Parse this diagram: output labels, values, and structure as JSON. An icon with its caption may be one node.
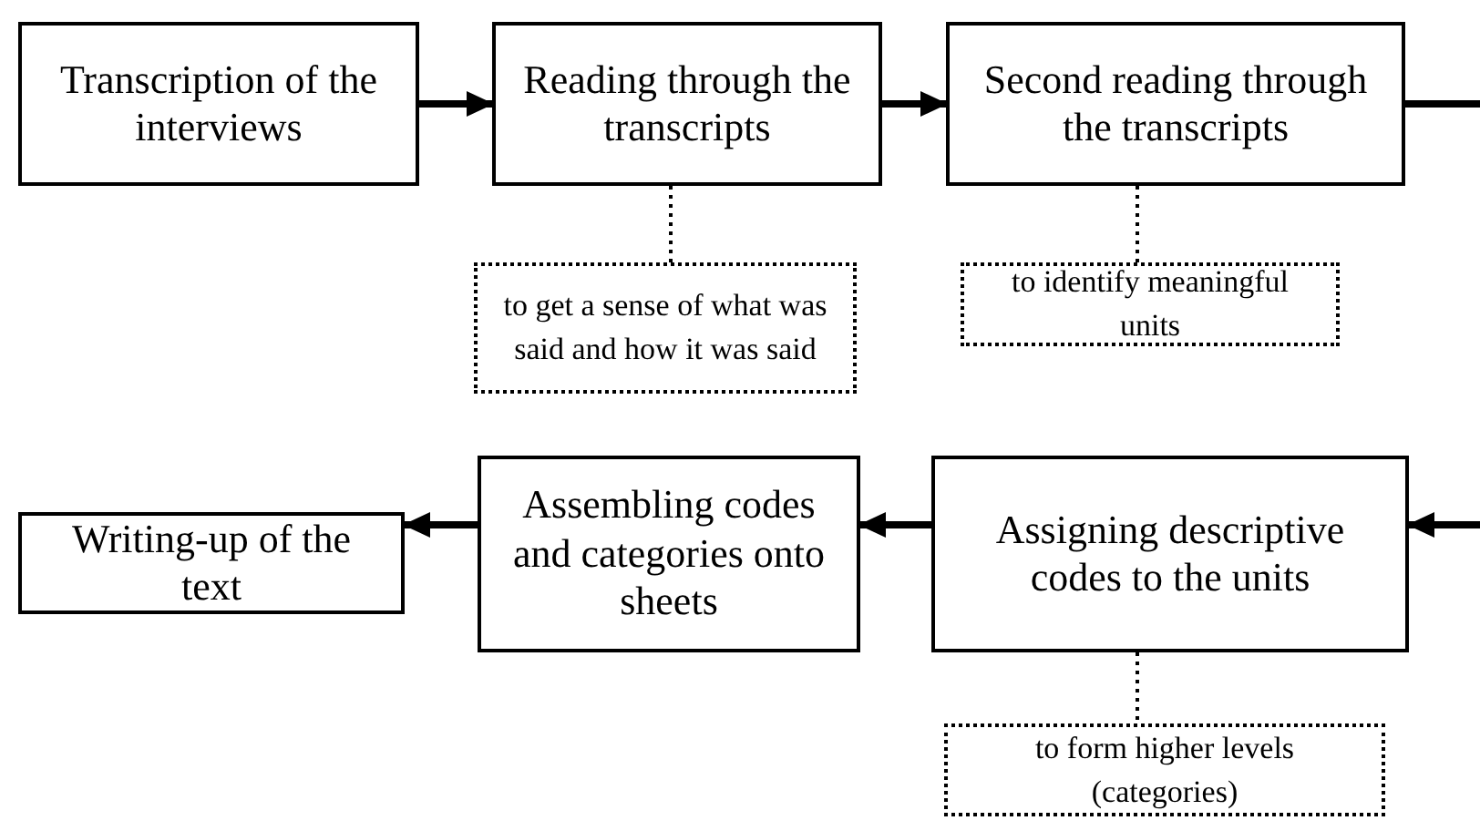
{
  "diagram": {
    "nodes": [
      {
        "text": [
          "Transcription of the interviews"
        ]
      },
      {
        "text": [
          "Reading through the transcripts"
        ]
      },
      {
        "text": [
          "Second reading through the transcripts"
        ]
      },
      {
        "text": [
          "to get a sense of what was said and how it was said"
        ]
      },
      {
        "text": [
          "to identify meaningful units"
        ]
      },
      {
        "text": [
          "Writing-up of the text"
        ]
      },
      {
        "text": [
          "Assembling codes and categories onto sheets"
        ]
      },
      {
        "text": [
          "Assigning descriptive codes to the units"
        ]
      },
      {
        "text": [
          "to form higher levels (categories)"
        ]
      }
    ],
    "edges": [
      {
        "from": 0,
        "to": 1,
        "arrow": "to"
      },
      {
        "from": 1,
        "to": 2,
        "arrow": "to"
      },
      {
        "from": 2,
        "to": null,
        "arrow": "none"
      },
      {
        "from": null,
        "to": 7,
        "arrow": "to"
      },
      {
        "from": 7,
        "to": 6,
        "arrow": "to"
      },
      {
        "from": 6,
        "to": 5,
        "arrow": "to"
      },
      {
        "from": 1,
        "to": 3,
        "arrow": "none",
        "style": "dashed"
      },
      {
        "from": 2,
        "to": 4,
        "arrow": "none",
        "style": "dashed"
      },
      {
        "from": 7,
        "to": 8,
        "arrow": "none",
        "style": "dashed"
      }
    ]
  }
}
